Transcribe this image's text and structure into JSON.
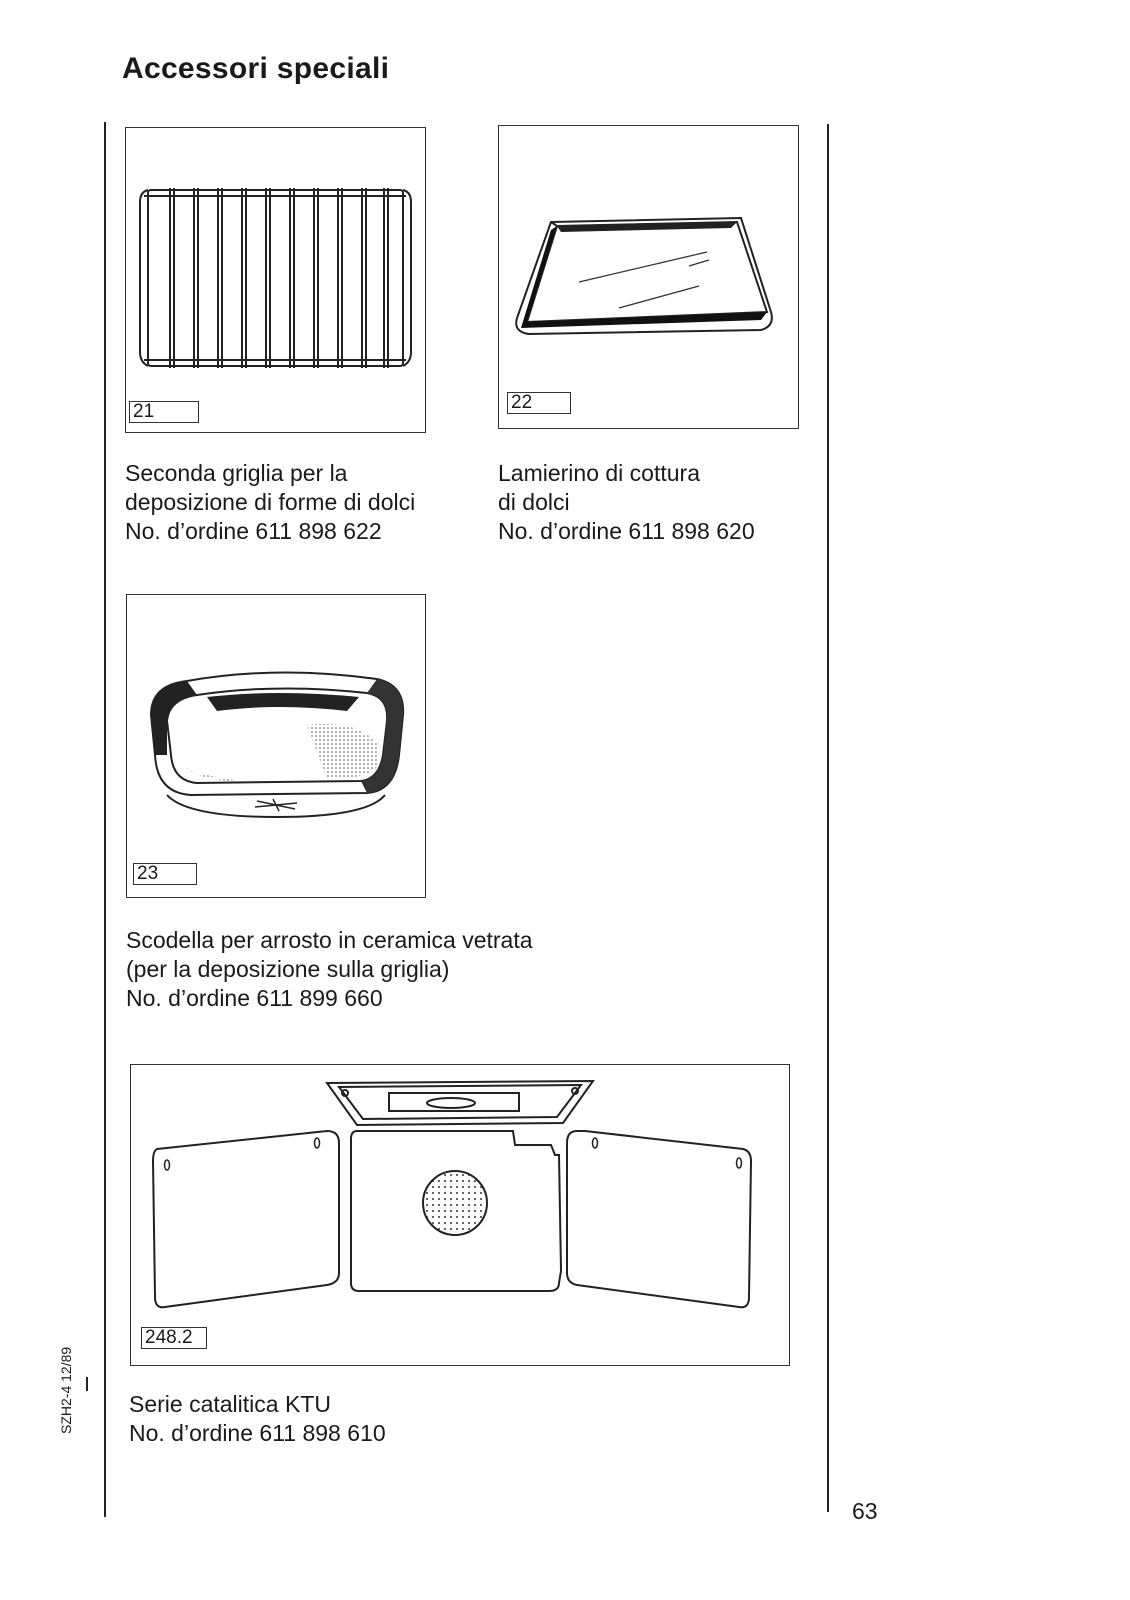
{
  "page": {
    "title": "Accessori speciali",
    "page_number": "63",
    "side_code": "SZH2-4 12/89"
  },
  "figures": [
    {
      "label": "21",
      "caption": [
        "Seconda griglia per la",
        "deposizione di forme di dolci",
        "No. d’ordine 611 898 622"
      ]
    },
    {
      "label": "22",
      "caption": [
        "Lamierino di cottura",
        "di dolci",
        "No. d’ordine 611 898 620"
      ]
    },
    {
      "label": "23",
      "caption": [
        "Scodella per arrosto in ceramica vetrata",
        "(per la deposizione sulla griglia)",
        "No. d’ordine 611 899 660"
      ]
    },
    {
      "label": "248.2",
      "caption": [
        "Serie catalitica KTU",
        "No. d’ordine 611 898 610"
      ]
    }
  ]
}
